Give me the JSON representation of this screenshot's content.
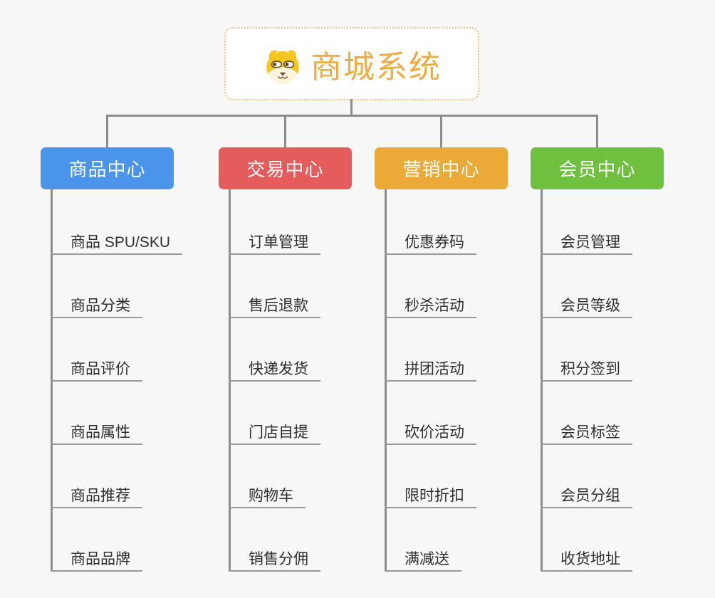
{
  "root": {
    "title": "商城系统",
    "icon": "dog-mascot-icon"
  },
  "branches": [
    {
      "label": "商品中心",
      "color": "#4b94eb",
      "items": [
        "商品 SPU/SKU",
        "商品分类",
        "商品评价",
        "商品属性",
        "商品推荐",
        "商品品牌"
      ]
    },
    {
      "label": "交易中心",
      "color": "#e45c5c",
      "items": [
        "订单管理",
        "售后退款",
        "快递发货",
        "门店自提",
        "购物车",
        "销售分佣"
      ]
    },
    {
      "label": "营销中心",
      "color": "#eba938",
      "items": [
        "优惠券码",
        "秒杀活动",
        "拼团活动",
        "砍价活动",
        "限时折扣",
        "满减送"
      ]
    },
    {
      "label": "会员中心",
      "color": "#70c040",
      "items": [
        "会员管理",
        "会员等级",
        "积分签到",
        "会员标签",
        "会员分组",
        "收货地址"
      ]
    }
  ],
  "colors": {
    "background": "#f7f7f8",
    "connector_line": "#8c8c8c",
    "item_underline": "#999999",
    "item_text": "#2f2f2f",
    "root_title": "#f0ac44",
    "root_border": "#f2c07a",
    "mascot_yellow": "#f6c51f",
    "mascot_cream": "#fdf5de"
  }
}
